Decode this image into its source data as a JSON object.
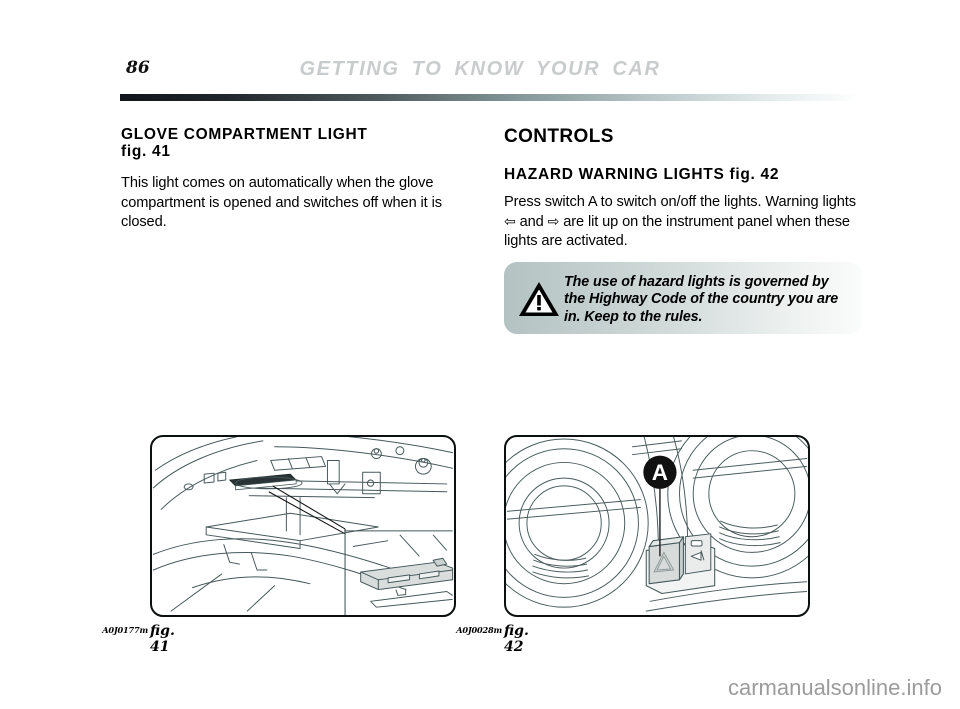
{
  "header": {
    "page_number": "86",
    "title": "GETTING TO KNOW YOUR CAR"
  },
  "left_column": {
    "heading_line1": "GLOVE COMPARTMENT LIGHT",
    "heading_line2": "fig. 41",
    "body": "This light comes on automatically when the glove compartment is opened and switches off when it is closed."
  },
  "right_column": {
    "heading": "CONTROLS",
    "subheading": "HAZARD WARNING LIGHTS fig. 42",
    "body_part1": "Press switch A to switch on/off the lights. Warning lights ",
    "arrow_left": "⇦",
    "body_part2": " and ",
    "arrow_right": "⇨",
    "body_part3": " are lit up on the instrument panel when these lights are activated."
  },
  "warning": {
    "icon": "warning-triangle-icon",
    "text": "The use of hazard lights is governed by the Highway Code of the country you are in. Keep to the rules."
  },
  "figures": [
    {
      "caption": "fig. 41",
      "code": "A0J0177m",
      "alt": "glove compartment light line drawing with detail inset"
    },
    {
      "caption": "fig. 42",
      "code": "A0J0028m",
      "alt": "dashboard hazard warning light switch A",
      "callout_label": "A"
    }
  ],
  "watermark": "carmanualsonline.info",
  "colors": {
    "header_title": "#c9cccd",
    "rule_dark": "#111418",
    "warning_box_left": "#b3c2c2",
    "warning_box_right": "#fbfcfc",
    "line_art": "#3e4f4f",
    "watermark": "#9b9b9b"
  }
}
